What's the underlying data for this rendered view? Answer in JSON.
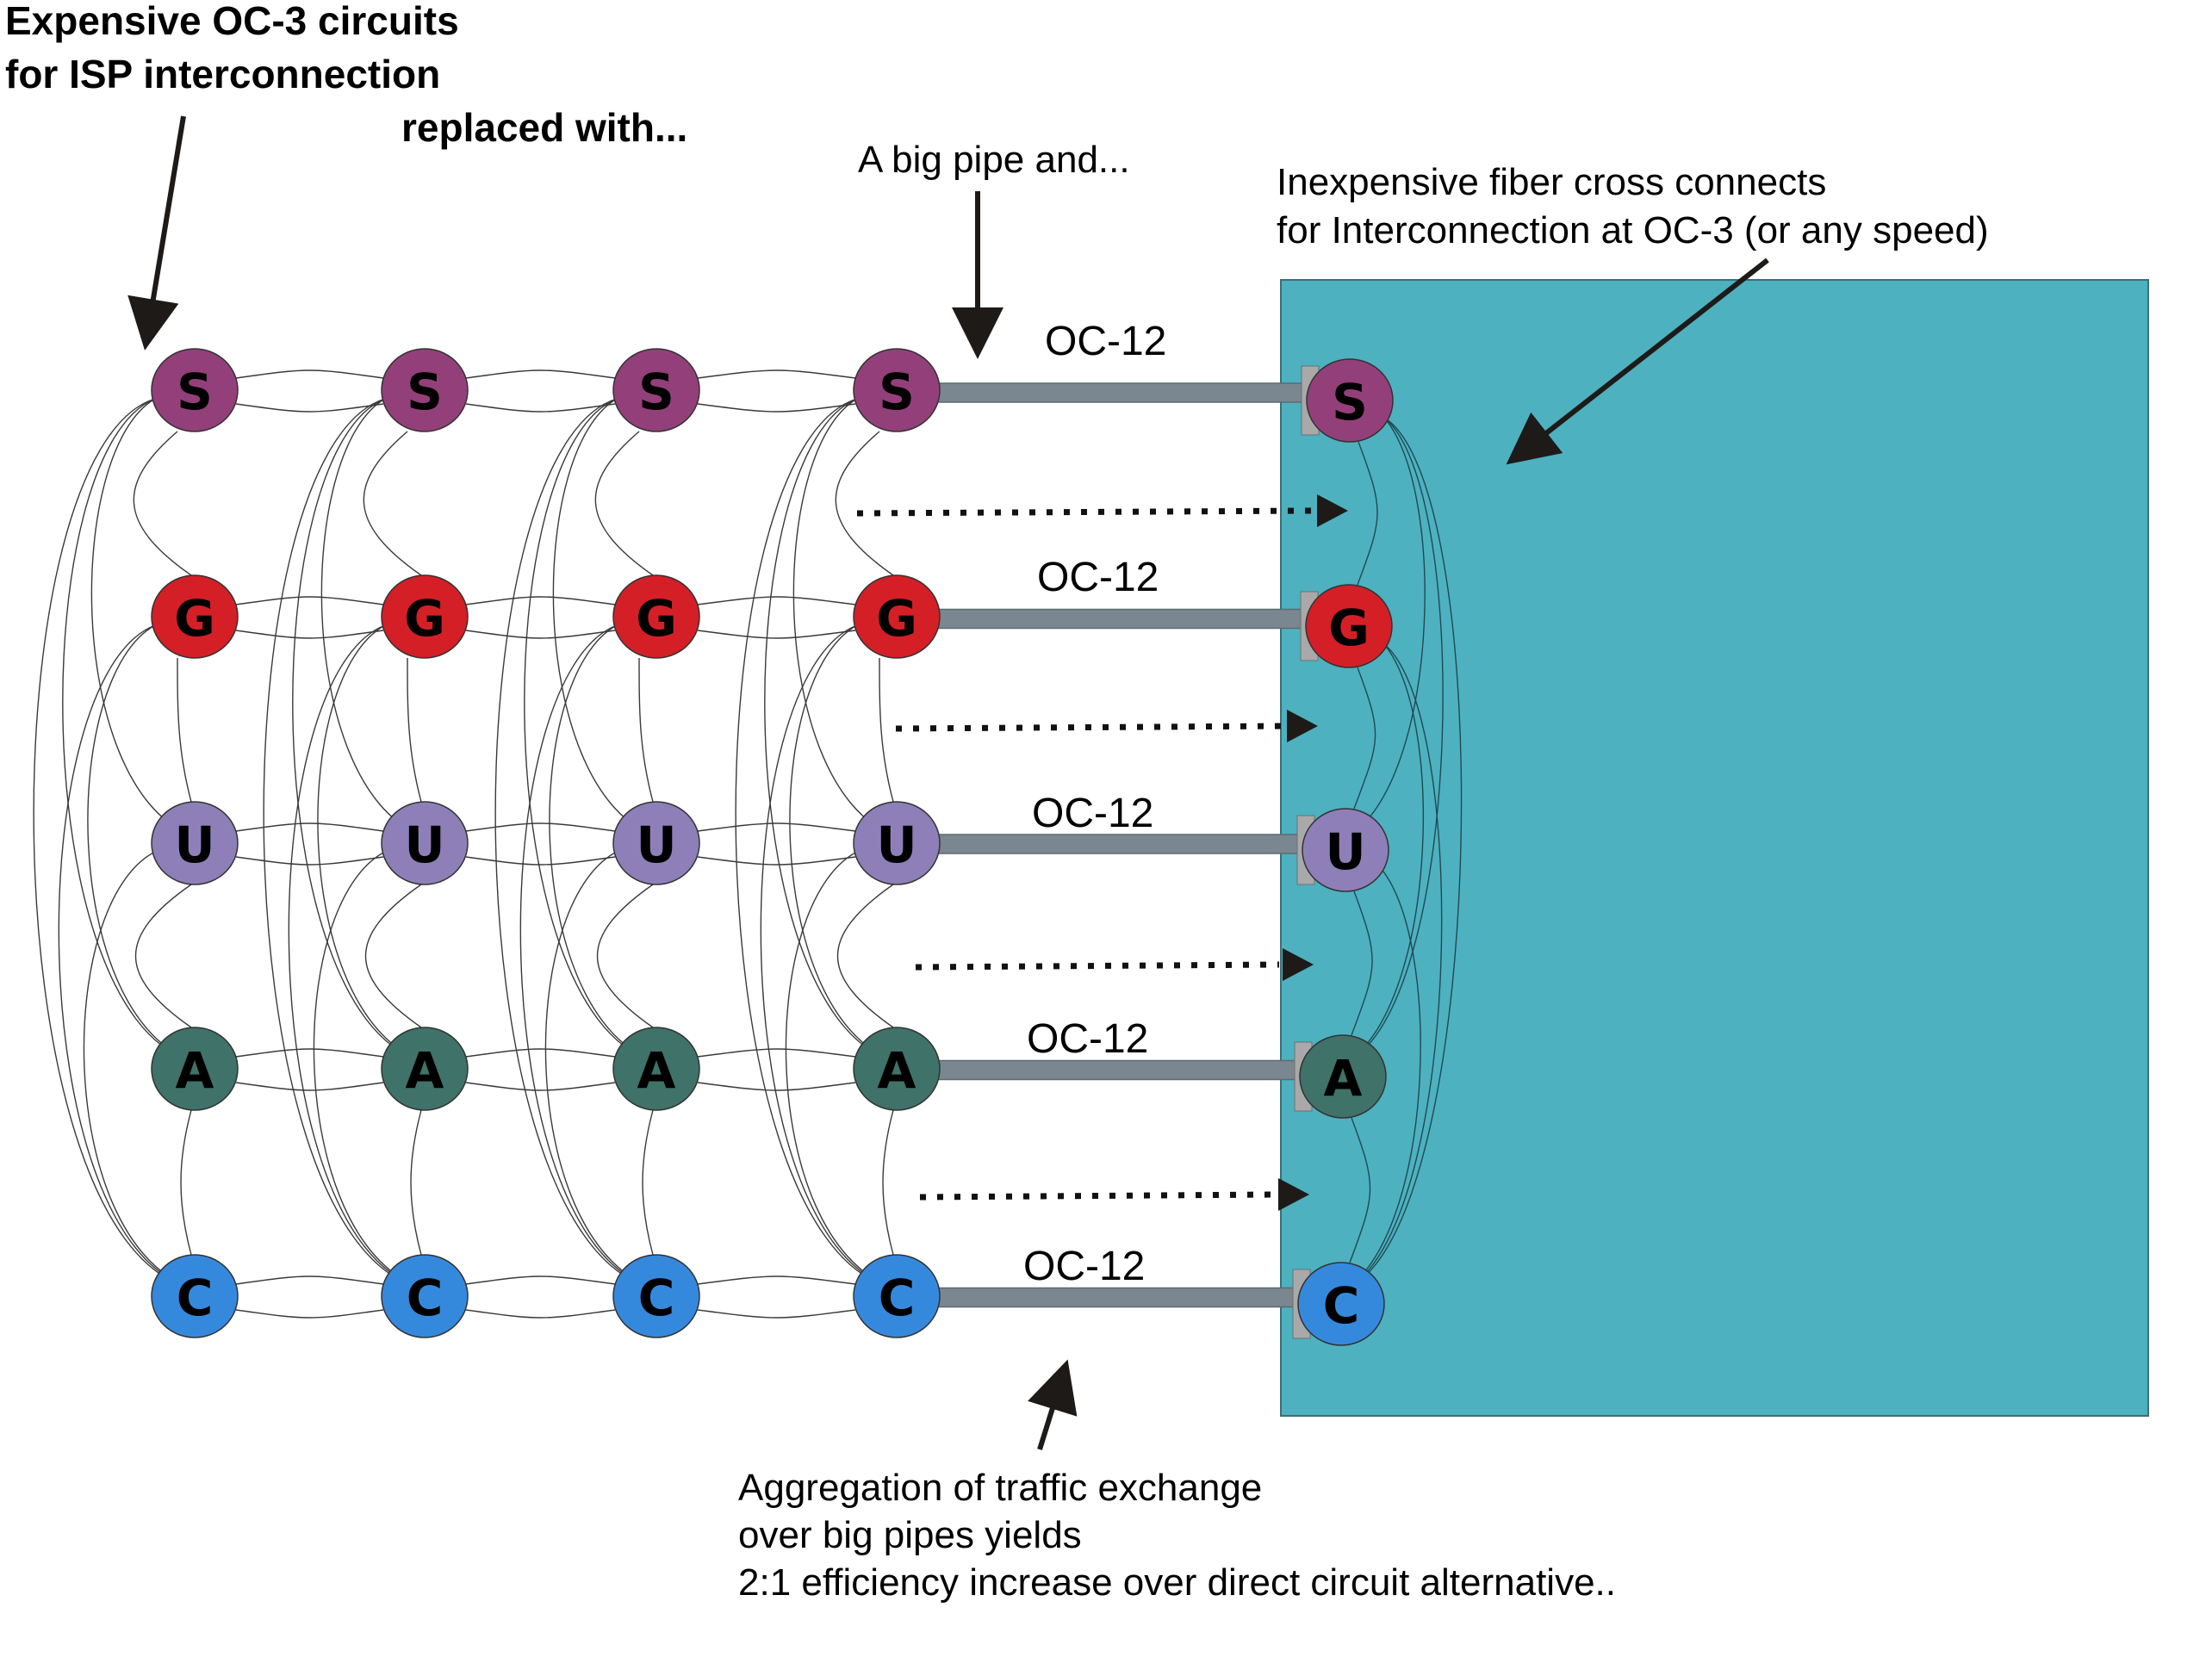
{
  "annotations": {
    "expensive_line1": "Expensive OC-3 circuits",
    "expensive_line2": "for ISP interconnection",
    "replaced_with": "replaced with...",
    "big_pipe": "A big pipe and...",
    "fiber_line1": "Inexpensive fiber cross connects",
    "fiber_line2": "for Interconnection at OC-3 (or any speed)",
    "aggregation_line1": "Aggregation of traffic exchange",
    "aggregation_line2": "over big pipes yields",
    "aggregation_line3": "2:1 efficiency increase over direct circuit alternative.."
  },
  "node_rows": [
    {
      "letter": "S",
      "color": "#93407a"
    },
    {
      "letter": "G",
      "color": "#d41f27"
    },
    {
      "letter": "U",
      "color": "#8f7fb8"
    },
    {
      "letter": "A",
      "color": "#3f7268"
    },
    {
      "letter": "C",
      "color": "#3589dd"
    }
  ],
  "pipe_labels": [
    "OC-12",
    "OC-12",
    "OC-12",
    "OC-12",
    "OC-12"
  ],
  "colors": {
    "exchange_box": "#4db1c0",
    "pipe": "#7a8790"
  }
}
